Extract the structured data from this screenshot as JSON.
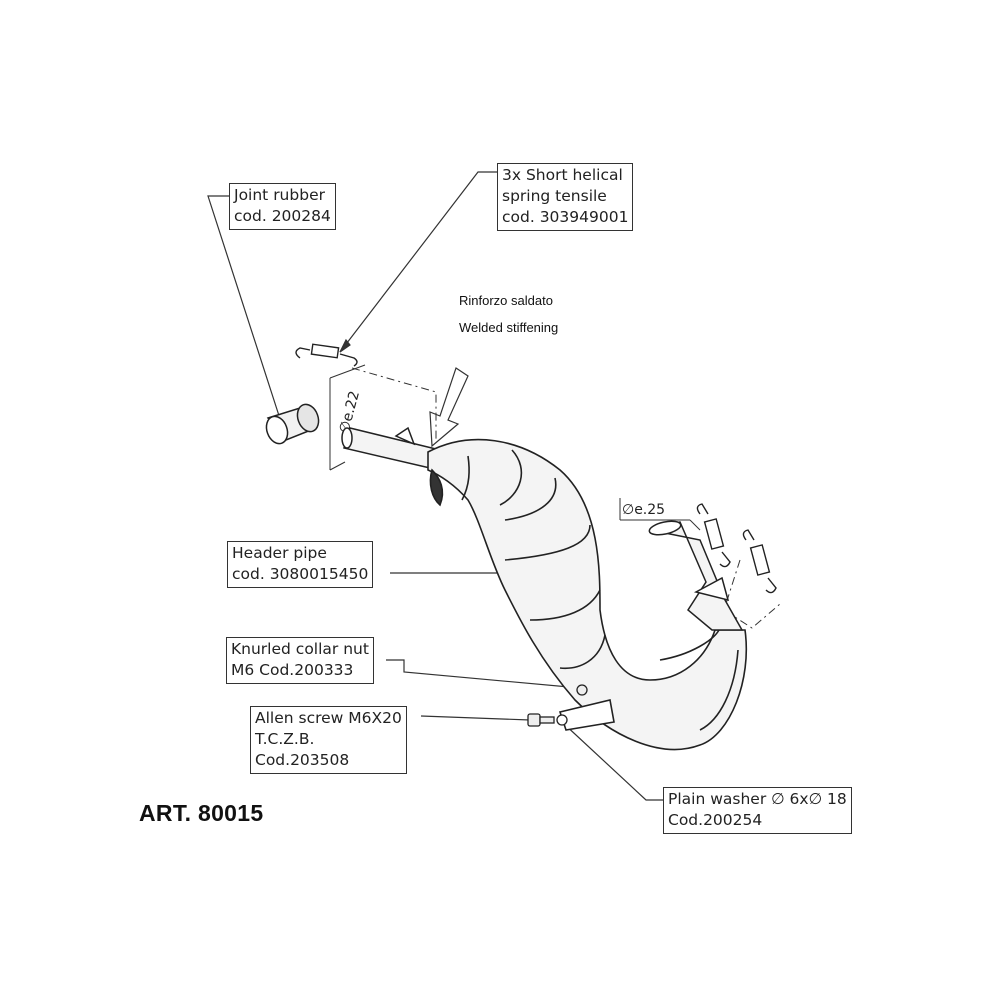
{
  "article": "ART. 80015",
  "note": {
    "line1": "Rinforzo saldato",
    "line2": "Welded stiffening"
  },
  "labels": {
    "joint_rubber": [
      "Joint rubber",
      "cod. 200284"
    ],
    "spring": [
      "3x Short helical",
      "spring tensile",
      "cod. 303949001"
    ],
    "header_pipe": [
      "Header pipe",
      "cod. 3080015450"
    ],
    "collar_nut": [
      "Knurled collar nut",
      "M6 Cod.200333"
    ],
    "allen_screw": [
      "Allen screw M6X20",
      "T.C.Z.B.",
      "Cod.203508"
    ],
    "washer": [
      "Plain washer ∅ 6x∅ 18",
      "Cod.200254"
    ]
  },
  "dimensions": {
    "inlet": "∅e.22",
    "outlet": "∅e.25"
  },
  "colors": {
    "line": "#333333",
    "body_fill": "#f4f4f4"
  }
}
